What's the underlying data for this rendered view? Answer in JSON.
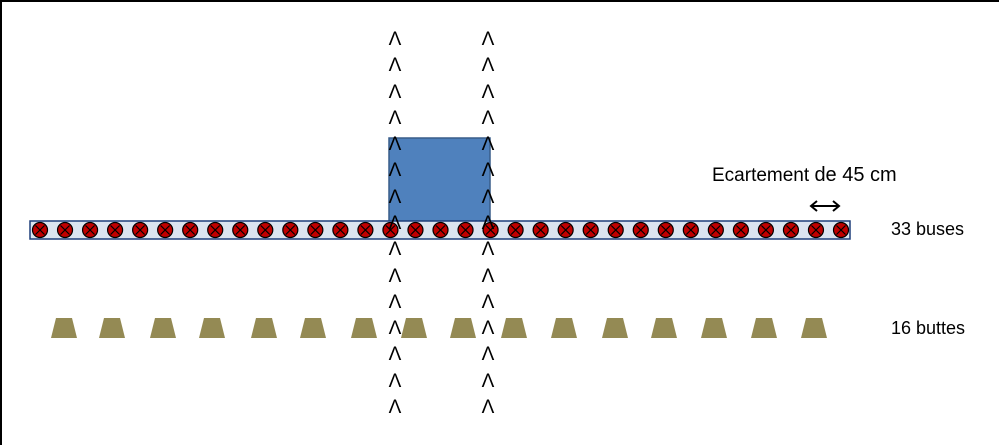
{
  "diagram": {
    "spacing_label_prefix": "Ecartement",
    "spacing_label_value": "de 45 cm",
    "nozzles_label": "33 buses",
    "mounds_label": "16 buttes",
    "nozzle_count": 33,
    "mound_count": 16,
    "track_mark": "Λ",
    "track_mark_count_per_column": 15,
    "colors": {
      "boom_fill": "#dbe4f0",
      "boom_stroke": "#1f3f7a",
      "nozzle_fill": "#c00000",
      "tractor_fill": "#4f81bd",
      "tractor_stroke": "#385d8a",
      "mound_fill": "#948a54"
    }
  }
}
